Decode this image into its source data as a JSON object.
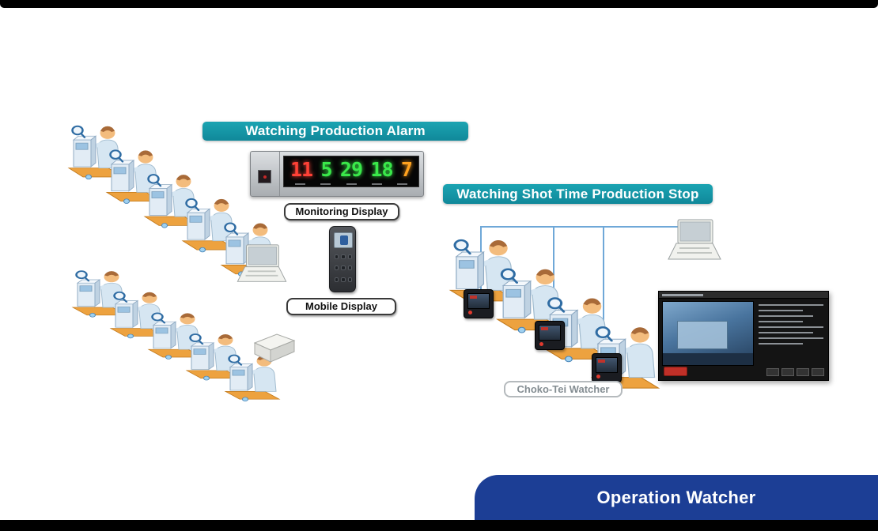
{
  "banners": {
    "production_alarm": "Watching Production Alarm",
    "shot_time_stop": "Watching Shot Time Production Stop"
  },
  "labels": {
    "monitoring_display": "Monitoring Display",
    "mobile_display": "Mobile Display",
    "choko_tei_watcher": "Choko-Tei Watcher"
  },
  "led_display": {
    "segments": [
      {
        "text": "11",
        "color": "#ff4136"
      },
      {
        "text": "5",
        "color": "#3ae84a"
      },
      {
        "text": "29",
        "color": "#3ae84a"
      },
      {
        "text": "18",
        "color": "#3ae84a"
      },
      {
        "text": "7",
        "color": "#ffa21f"
      }
    ]
  },
  "footer": {
    "title": "Operation Watcher"
  },
  "icons": {
    "magnifier": "magnifier-gauge-icon",
    "worker": "worker-figure",
    "laptop": "laptop-device",
    "watcher_device": "choko-tei-watcher-device"
  },
  "colors": {
    "banner_teal": "#1295a3",
    "footer_blue": "#1c3e95",
    "connector_blue": "#6fa8d8",
    "platform_orange": "#eda23f",
    "led_red": "#ff4136",
    "led_green": "#3ae84a",
    "led_orange": "#ffa21f"
  }
}
